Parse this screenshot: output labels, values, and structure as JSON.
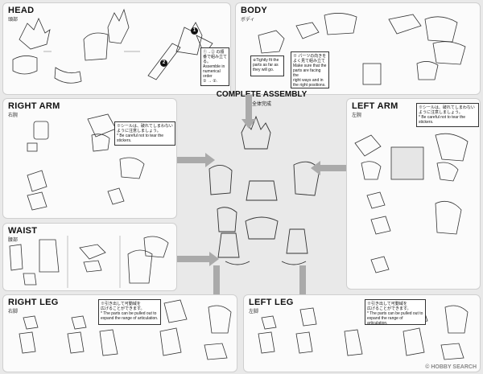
{
  "head": {
    "title": "HEAD",
    "subtitle": "頭部",
    "note_lines": [
      "①→② の順番で組み立てる。",
      "Assemble in",
      "numerical order",
      "① → ②."
    ]
  },
  "body": {
    "title": "BODY",
    "subtitle": "ボディ",
    "note1_lines": [
      "※Tightly fit the",
      "parts as far as",
      "they will go."
    ],
    "note2_lines": [
      "※ パーツの向きを",
      "よく見て組み立て",
      "Make sure that the",
      "parts are facing the",
      "right ways and in",
      "the right positions."
    ]
  },
  "right_arm": {
    "title": "RIGHT ARM",
    "subtitle": "右腕",
    "note_lines": [
      "※シールは、破れてしまわない",
      "ように注意しましょう。",
      "* Be careful not to tear the stickers."
    ]
  },
  "center": {
    "title": "COMPLETE ASSEMBLY",
    "subtitle": "全体完成"
  },
  "left_arm": {
    "title": "LEFT ARM",
    "subtitle": "左腕",
    "note_lines": [
      "※シールは、破れてしまわない",
      "ように注意しましょう。",
      "* Be careful not to tear the stickers."
    ]
  },
  "waist": {
    "title": "WAIST",
    "subtitle": "腰部"
  },
  "right_leg": {
    "title": "RIGHT LEG",
    "subtitle": "右脚",
    "note_lines": [
      "※引き出して可動域を",
      "広げることができます。",
      "* The parts can be pulled out to",
      "expand the range of articulation."
    ]
  },
  "left_leg": {
    "title": "LEFT LEG",
    "subtitle": "左脚",
    "note_lines": [
      "※引き出して可動域を",
      "広げることができます。",
      "* The parts can be pulled out to",
      "expand the range of articulation."
    ]
  },
  "watermark": "© HOBBY SEARCH",
  "step_labels": {
    "one": "1",
    "two": "2"
  }
}
